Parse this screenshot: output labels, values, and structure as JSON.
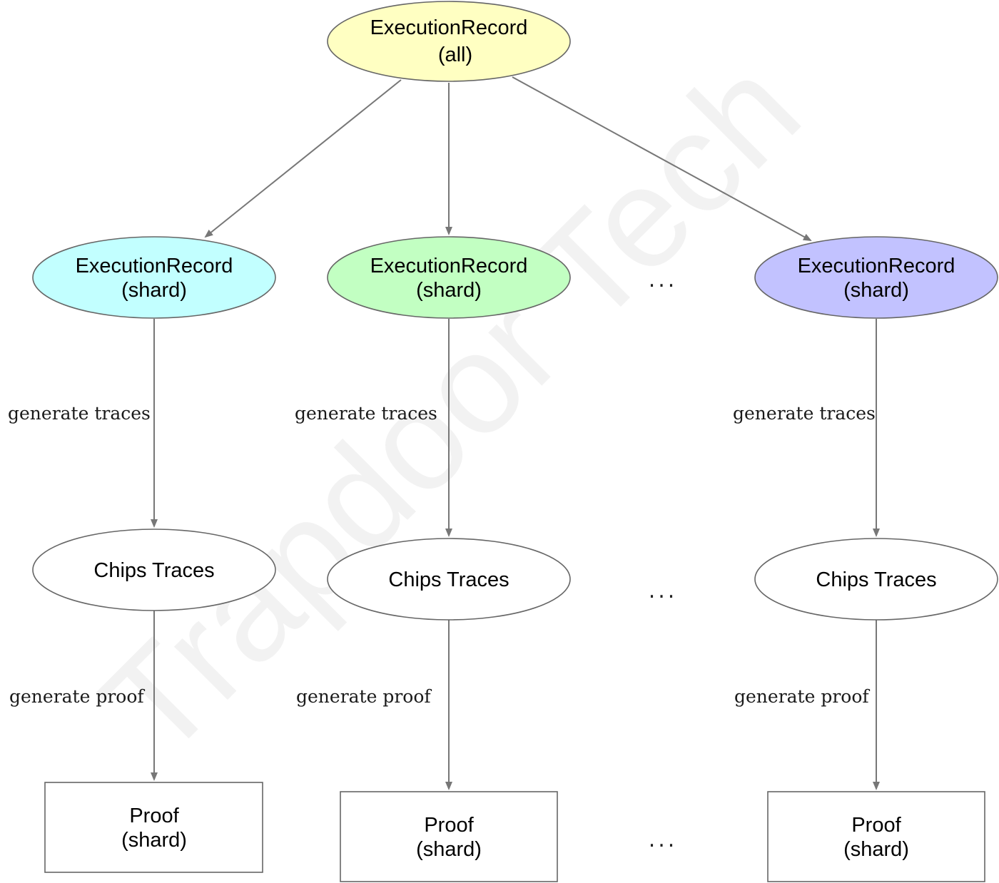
{
  "colors": {
    "root": "#ffffc2",
    "shard_1": "#c2ffff",
    "shard_2": "#c2ffc2",
    "shard_3": "#c2c2ff",
    "chips": "#ffffff",
    "proof": "#ffffff",
    "edge": "#777777"
  },
  "root": {
    "line1": "ExecutionRecord",
    "line2": "(all)"
  },
  "shards": [
    {
      "line1": "ExecutionRecord",
      "line2": "(shard)"
    },
    {
      "line1": "ExecutionRecord",
      "line2": "(shard)"
    },
    {
      "line1": "ExecutionRecord",
      "line2": "(shard)"
    }
  ],
  "chips": [
    {
      "label": "Chips Traces"
    },
    {
      "label": "Chips Traces"
    },
    {
      "label": "Chips Traces"
    }
  ],
  "proofs": [
    {
      "line1": "Proof",
      "line2": "(shard)"
    },
    {
      "line1": "Proof",
      "line2": "(shard)"
    },
    {
      "line1": "Proof",
      "line2": "(shard)"
    }
  ],
  "edge_labels": {
    "traces": [
      "generate traces",
      "generate traces",
      "generate traces"
    ],
    "proof": [
      "generate proof",
      "generate proof",
      "generate proof"
    ]
  },
  "ellipsis": "...",
  "watermark": "Trapdoor Tech"
}
